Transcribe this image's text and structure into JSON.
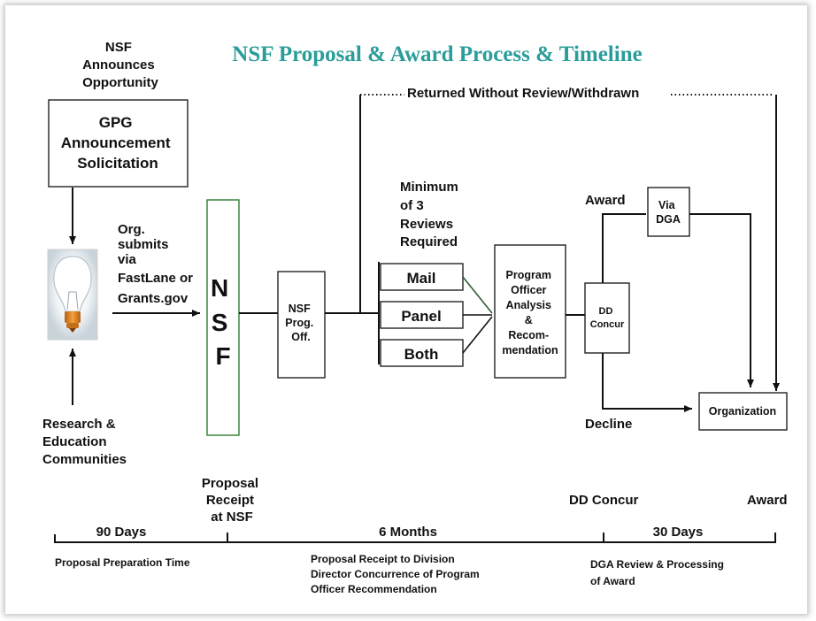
{
  "title": "NSF Proposal & Award Process & Timeline",
  "nsf_announces": [
    "NSF",
    "Announces",
    "Opportunity"
  ],
  "gpg_box": [
    "GPG",
    "Announcement",
    "Solicitation"
  ],
  "org_submits": [
    "Org.",
    "submits",
    "via",
    "FastLane or",
    "Grants.gov"
  ],
  "nsf_column": [
    "N",
    "S",
    "F"
  ],
  "nsf_prog_off": [
    "NSF",
    "Prog.",
    "Off."
  ],
  "returned_label": "Returned Without Review/Withdrawn",
  "reviews_required": [
    "Minimum",
    "of 3",
    "Reviews",
    "Required"
  ],
  "review_types": [
    "Mail",
    "Panel",
    "Both"
  ],
  "program_officer": [
    "Program",
    "Officer",
    "Analysis",
    "&",
    "Recom-",
    "mendation"
  ],
  "dd_concur_box": [
    "DD",
    "Concur"
  ],
  "award_label": "Award",
  "via_dga": [
    "Via",
    "DGA"
  ],
  "organization": "Organization",
  "decline_label": "Decline",
  "research_communities": [
    "Research &",
    "Education",
    "Communities"
  ],
  "timeline": {
    "proposal_receipt": [
      "Proposal",
      "Receipt",
      "at NSF"
    ],
    "dd_concur": "DD Concur",
    "award": "Award",
    "phase1": "90 Days",
    "phase2": "6 Months",
    "phase3": "30 Days",
    "desc1": "Proposal Preparation  Time",
    "desc2": [
      "Proposal Receipt to Division",
      "Director Concurrence of Program",
      "Officer  Recommendation"
    ],
    "desc3": [
      "DGA Review & Processing",
      "of Award"
    ]
  },
  "colors": {
    "title": "#2a9d9a",
    "nsf_box_border": "#2e7d32",
    "bulb_glow": "#e8eef2",
    "bulb_base": "#e08a2a"
  },
  "icons": {
    "idea": "lightbulb-icon"
  }
}
